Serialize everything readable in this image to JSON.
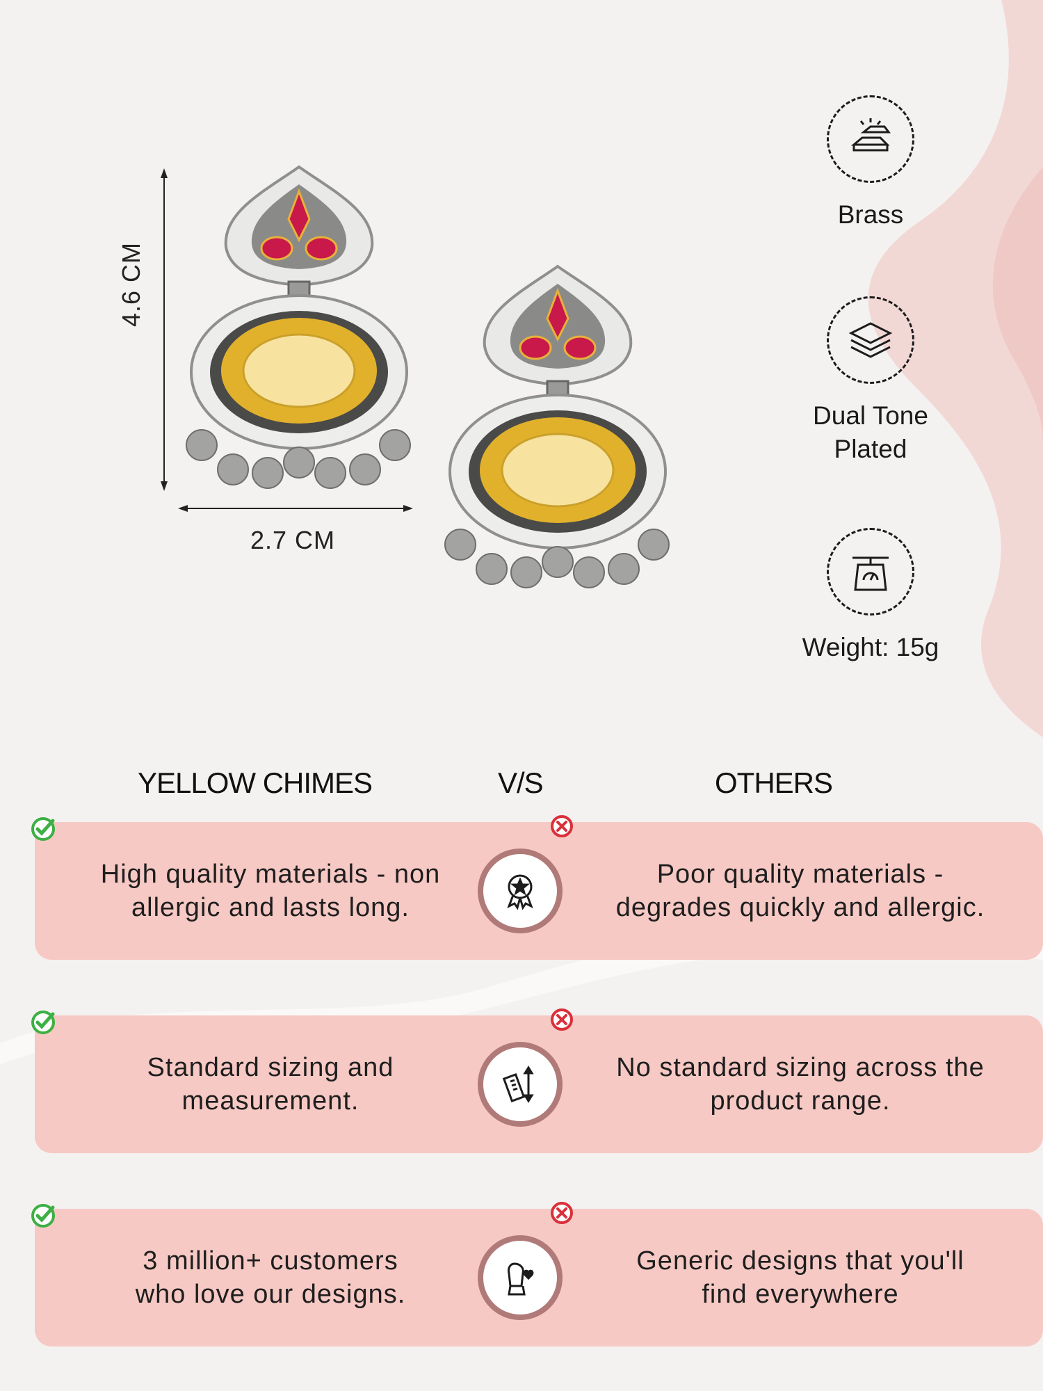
{
  "dimensions": {
    "height_label": "4.6 CM",
    "width_label": "2.7 CM"
  },
  "features": [
    {
      "icon": "brass-bars-icon",
      "label": "Brass"
    },
    {
      "icon": "layers-icon",
      "label_line1": "Dual Tone",
      "label_line2": "Plated"
    },
    {
      "icon": "weighing-scale-icon",
      "label": "Weight: 15g"
    }
  ],
  "comparison": {
    "left_heading": "YELLOW CHIMES",
    "vs": "V/S",
    "right_heading": "OTHERS",
    "rows": [
      {
        "ours_line1": "High quality materials - non",
        "ours_line2": "allergic and lasts long.",
        "theirs_line1": "Poor quality materials -",
        "theirs_line2": "degrades quickly and allergic.",
        "icon": "quality-badge-icon"
      },
      {
        "ours_line1": "Standard sizing and",
        "ours_line2": "measurement.",
        "theirs_line1": "No standard sizing across the",
        "theirs_line2": "product range.",
        "icon": "ruler-measure-icon"
      },
      {
        "ours_line1": "3 million+ customers",
        "ours_line2": "who love our designs.",
        "theirs_line1": "Generic designs that you'll",
        "theirs_line2": "find everywhere",
        "icon": "customer-love-icon"
      }
    ]
  },
  "colors": {
    "card": "#f7c9c4",
    "medal_ring": "#b07a78",
    "check": "#3cb043",
    "cross": "#d9303a",
    "gold": "#f2c22e",
    "ruby": "#c8194a"
  }
}
